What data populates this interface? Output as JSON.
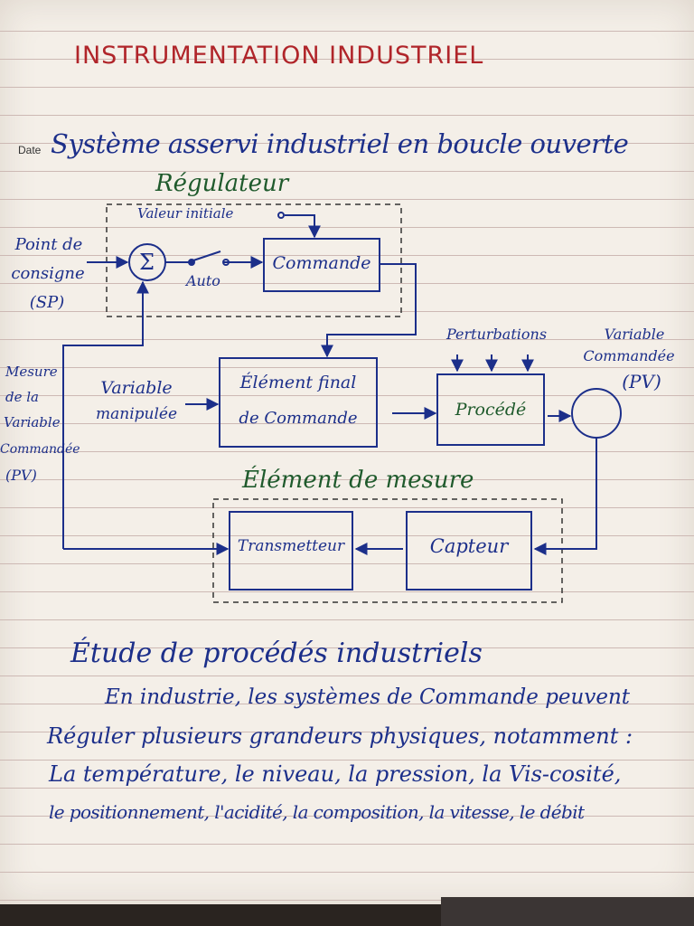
{
  "page_title": "INSTRUMENTATION INDUSTRIEL",
  "date_label": "Date",
  "section1_title": "Système asservi industriel en boucle ouverte",
  "diagram": {
    "regulator_title": "Régulateur",
    "initial_value": "Valeur initiale",
    "setpoint": [
      "Point de",
      "consigne",
      "(SP)"
    ],
    "sum_symbol": "Σ",
    "auto_label": "Auto",
    "command_block": "Commande",
    "disturbances": "Perturbations",
    "controlled_variable_right": [
      "Variable",
      "Commandée",
      "(PV)"
    ],
    "measured_variable_left": [
      "Mesure",
      "de la",
      "Variable",
      "Commandée",
      "(PV)"
    ],
    "manipulated_variable": [
      "Variable",
      "manipulée"
    ],
    "final_element": [
      "Élément final",
      "de Commande"
    ],
    "process_block": "Procédé",
    "measure_element_title": "Élément de mesure",
    "transmitter_block": "Transmetteur",
    "sensor_block": "Capteur"
  },
  "section2_title": "Étude de procédés industriels",
  "body_lines": [
    "En industrie, les systèmes de Commande peuvent",
    "Réguler plusieurs grandeurs physiques, notamment :",
    "La température, le niveau, la pression, la Vis-cosité,",
    "le positionnement, l'acidité, la composition, la vitesse, le débit"
  ],
  "colors": {
    "ink_blue": "#1c2f8a",
    "ink_red": "#b0252a",
    "ink_green": "#1f5a2c",
    "paper": "#f4efe8",
    "rule_line": "#cdb9b4"
  }
}
